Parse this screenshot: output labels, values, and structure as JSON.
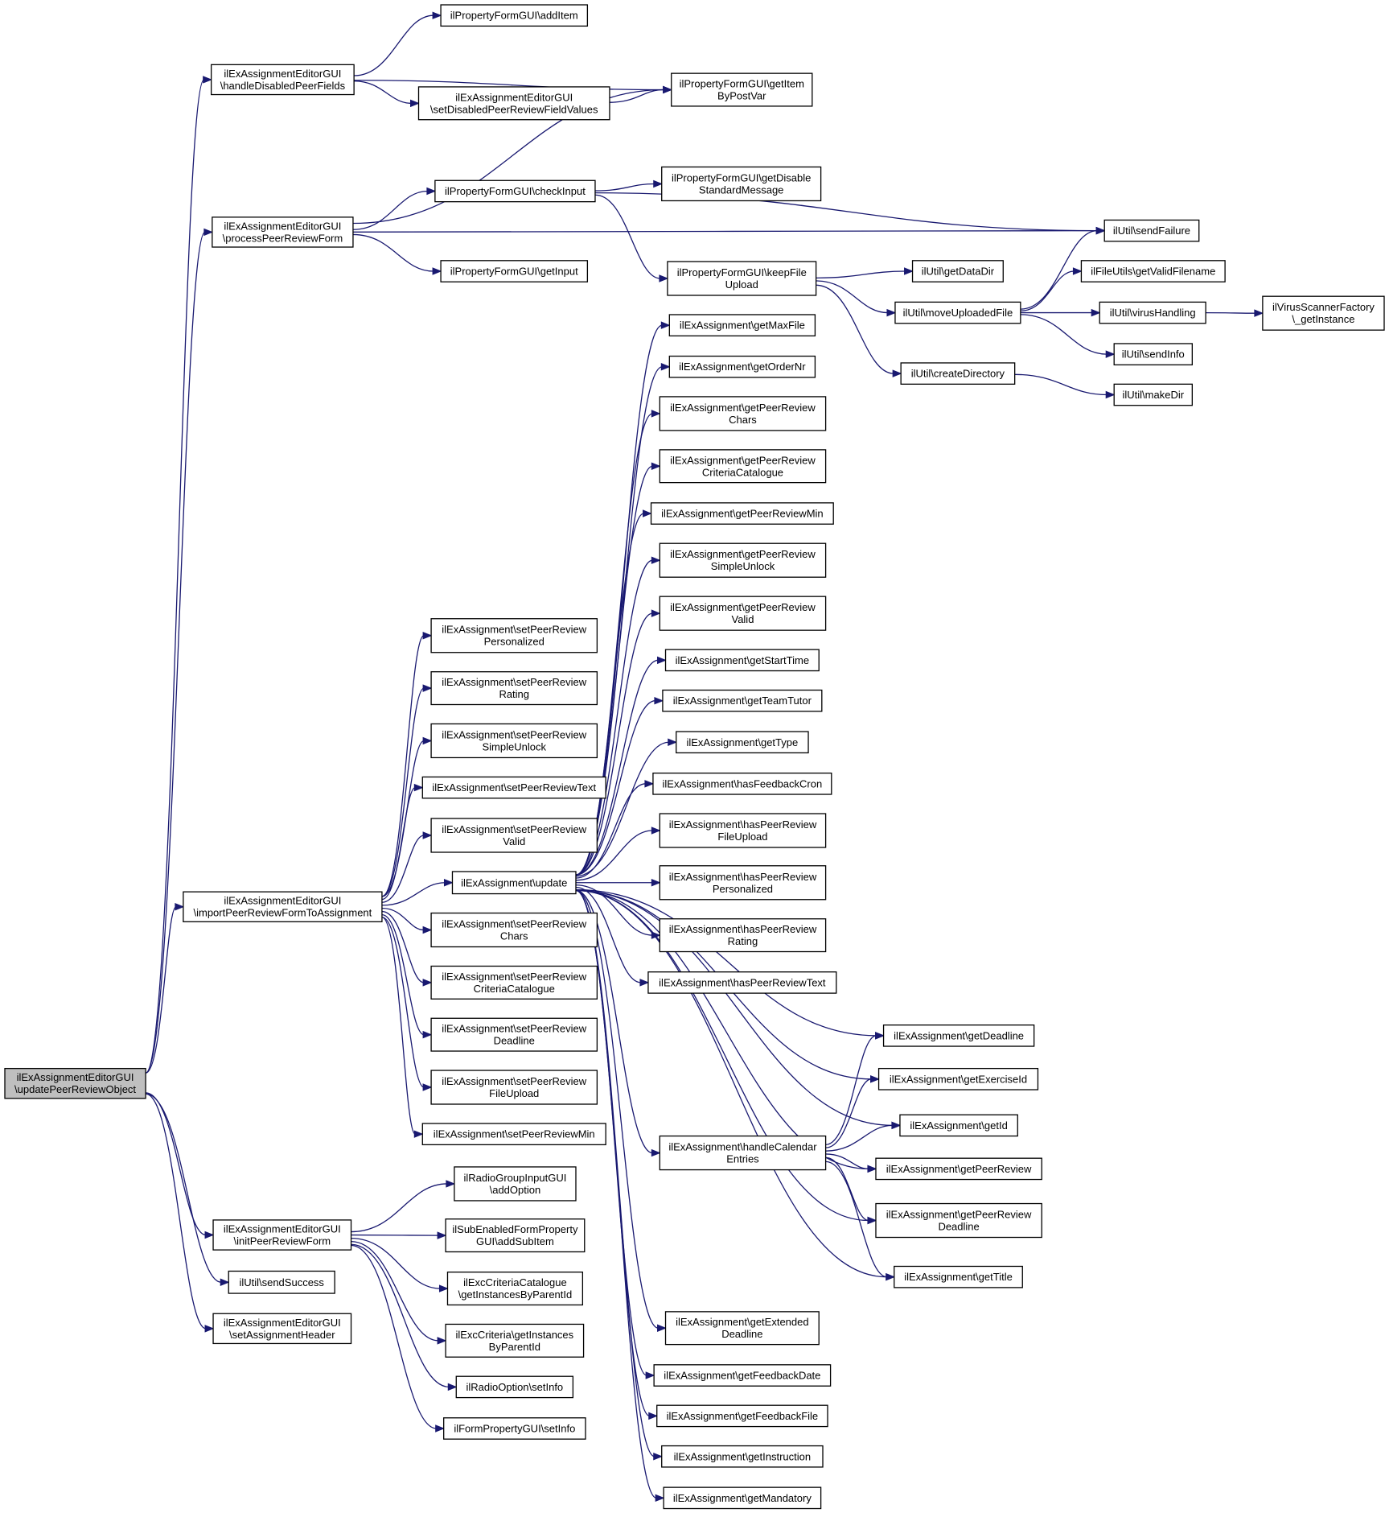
{
  "nodes": [
    {
      "id": "root",
      "lines": [
        "ilExAssignmentEditorGUI",
        "\\updatePeerReviewObject"
      ],
      "root": true
    },
    {
      "id": "hdpf",
      "lines": [
        "ilExAssignmentEditorGUI",
        "\\handleDisabledPeerFields"
      ]
    },
    {
      "id": "pprf",
      "lines": [
        "ilExAssignmentEditorGUI",
        "\\processPeerReviewForm"
      ]
    },
    {
      "id": "iprf",
      "lines": [
        "ilExAssignmentEditorGUI",
        "\\importPeerReviewFormToAssignment"
      ]
    },
    {
      "id": "initf",
      "lines": [
        "ilExAssignmentEditorGUI",
        "\\initPeerReviewForm"
      ]
    },
    {
      "id": "sendSuccess",
      "lines": [
        "ilUtil\\sendSuccess"
      ]
    },
    {
      "id": "setHeader",
      "lines": [
        "ilExAssignmentEditorGUI",
        "\\setAssignmentHeader"
      ]
    },
    {
      "id": "addItem",
      "lines": [
        "ilPropertyFormGUI\\addItem"
      ]
    },
    {
      "id": "getItemByPostVar",
      "lines": [
        "ilPropertyFormGUI\\getItem",
        "ByPostVar"
      ]
    },
    {
      "id": "setDisabledPR",
      "lines": [
        "ilExAssignmentEditorGUI",
        "\\setDisabledPeerReviewFieldValues"
      ]
    },
    {
      "id": "checkInput",
      "lines": [
        "ilPropertyFormGUI\\checkInput"
      ]
    },
    {
      "id": "getDisableStd",
      "lines": [
        "ilPropertyFormGUI\\getDisable",
        "StandardMessage"
      ]
    },
    {
      "id": "sendFailure",
      "lines": [
        "ilUtil\\sendFailure"
      ]
    },
    {
      "id": "getInput",
      "lines": [
        "ilPropertyFormGUI\\getInput"
      ]
    },
    {
      "id": "keepFileUpload",
      "lines": [
        "ilPropertyFormGUI\\keepFile",
        "Upload"
      ]
    },
    {
      "id": "getDataDir",
      "lines": [
        "ilUtil\\getDataDir"
      ]
    },
    {
      "id": "moveUploaded",
      "lines": [
        "ilUtil\\moveUploadedFile"
      ]
    },
    {
      "id": "getValidFilename",
      "lines": [
        "ilFileUtils\\getValidFilename"
      ]
    },
    {
      "id": "virusHandling",
      "lines": [
        "ilUtil\\virusHandling"
      ]
    },
    {
      "id": "virusFactory",
      "lines": [
        "ilVirusScannerFactory",
        "\\_getInstance"
      ]
    },
    {
      "id": "sendInfo",
      "lines": [
        "ilUtil\\sendInfo"
      ]
    },
    {
      "id": "createDirectory",
      "lines": [
        "ilUtil\\createDirectory"
      ]
    },
    {
      "id": "makeDir",
      "lines": [
        "ilUtil\\makeDir"
      ]
    },
    {
      "id": "update",
      "lines": [
        "ilExAssignment\\update"
      ]
    },
    {
      "id": "setPRPersonalized",
      "lines": [
        "ilExAssignment\\setPeerReview",
        "Personalized"
      ]
    },
    {
      "id": "setPRRating",
      "lines": [
        "ilExAssignment\\setPeerReview",
        "Rating"
      ]
    },
    {
      "id": "setPRSimpleUnlock",
      "lines": [
        "ilExAssignment\\setPeerReview",
        "SimpleUnlock"
      ]
    },
    {
      "id": "setPRText",
      "lines": [
        "ilExAssignment\\setPeerReviewText"
      ]
    },
    {
      "id": "setPRValid",
      "lines": [
        "ilExAssignment\\setPeerReview",
        "Valid"
      ]
    },
    {
      "id": "setPRChars",
      "lines": [
        "ilExAssignment\\setPeerReview",
        "Chars"
      ]
    },
    {
      "id": "setPRCriteria",
      "lines": [
        "ilExAssignment\\setPeerReview",
        "CriteriaCatalogue"
      ]
    },
    {
      "id": "setPRDeadline",
      "lines": [
        "ilExAssignment\\setPeerReview",
        "Deadline"
      ]
    },
    {
      "id": "setPRFileUpload",
      "lines": [
        "ilExAssignment\\setPeerReview",
        "FileUpload"
      ]
    },
    {
      "id": "setPRMin",
      "lines": [
        "ilExAssignment\\setPeerReviewMin"
      ]
    },
    {
      "id": "getMaxFile",
      "lines": [
        "ilExAssignment\\getMaxFile"
      ]
    },
    {
      "id": "getOrderNr",
      "lines": [
        "ilExAssignment\\getOrderNr"
      ]
    },
    {
      "id": "getPRChars",
      "lines": [
        "ilExAssignment\\getPeerReview",
        "Chars"
      ]
    },
    {
      "id": "getPRCriteria",
      "lines": [
        "ilExAssignment\\getPeerReview",
        "CriteriaCatalogue"
      ]
    },
    {
      "id": "getPRMin",
      "lines": [
        "ilExAssignment\\getPeerReviewMin"
      ]
    },
    {
      "id": "getPRSimpleUnlock",
      "lines": [
        "ilExAssignment\\getPeerReview",
        "SimpleUnlock"
      ]
    },
    {
      "id": "getPRValid",
      "lines": [
        "ilExAssignment\\getPeerReview",
        "Valid"
      ]
    },
    {
      "id": "getStartTime",
      "lines": [
        "ilExAssignment\\getStartTime"
      ]
    },
    {
      "id": "getTeamTutor",
      "lines": [
        "ilExAssignment\\getTeamTutor"
      ]
    },
    {
      "id": "getType",
      "lines": [
        "ilExAssignment\\getType"
      ]
    },
    {
      "id": "hasFeedbackCron",
      "lines": [
        "ilExAssignment\\hasFeedbackCron"
      ]
    },
    {
      "id": "hasPRFileUpload",
      "lines": [
        "ilExAssignment\\hasPeerReview",
        "FileUpload"
      ]
    },
    {
      "id": "hasPRPersonalized",
      "lines": [
        "ilExAssignment\\hasPeerReview",
        "Personalized"
      ]
    },
    {
      "id": "hasPRRating",
      "lines": [
        "ilExAssignment\\hasPeerReview",
        "Rating"
      ]
    },
    {
      "id": "hasPRText",
      "lines": [
        "ilExAssignment\\hasPeerReviewText"
      ]
    },
    {
      "id": "handleCal",
      "lines": [
        "ilExAssignment\\handleCalendar",
        "Entries"
      ]
    },
    {
      "id": "getDeadline",
      "lines": [
        "ilExAssignment\\getDeadline"
      ]
    },
    {
      "id": "getExerciseId",
      "lines": [
        "ilExAssignment\\getExerciseId"
      ]
    },
    {
      "id": "getId",
      "lines": [
        "ilExAssignment\\getId"
      ]
    },
    {
      "id": "getPeerReview",
      "lines": [
        "ilExAssignment\\getPeerReview"
      ]
    },
    {
      "id": "getPRDeadline",
      "lines": [
        "ilExAssignment\\getPeerReview",
        "Deadline"
      ]
    },
    {
      "id": "getTitle",
      "lines": [
        "ilExAssignment\\getTitle"
      ]
    },
    {
      "id": "getExtDeadline",
      "lines": [
        "ilExAssignment\\getExtended",
        "Deadline"
      ]
    },
    {
      "id": "getFeedbackDate",
      "lines": [
        "ilExAssignment\\getFeedbackDate"
      ]
    },
    {
      "id": "getFeedbackFile",
      "lines": [
        "ilExAssignment\\getFeedbackFile"
      ]
    },
    {
      "id": "getInstruction",
      "lines": [
        "ilExAssignment\\getInstruction"
      ]
    },
    {
      "id": "getMandatory",
      "lines": [
        "ilExAssignment\\getMandatory"
      ]
    },
    {
      "id": "radioAddOption",
      "lines": [
        "ilRadioGroupInputGUI",
        "\\addOption"
      ]
    },
    {
      "id": "addSubItem",
      "lines": [
        "ilSubEnabledFormProperty",
        "GUI\\addSubItem"
      ]
    },
    {
      "id": "critCatInst",
      "lines": [
        "ilExcCriteriaCatalogue",
        "\\getInstancesByParentId"
      ]
    },
    {
      "id": "critInst",
      "lines": [
        "ilExcCriteria\\getInstances",
        "ByParentId"
      ]
    },
    {
      "id": "radioSetInfo",
      "lines": [
        "ilRadioOption\\setInfo"
      ]
    },
    {
      "id": "formSetInfo",
      "lines": [
        "ilFormPropertyGUI\\setInfo"
      ]
    }
  ],
  "edges": [
    [
      "root",
      "hdpf"
    ],
    [
      "root",
      "pprf"
    ],
    [
      "root",
      "iprf"
    ],
    [
      "root",
      "initf"
    ],
    [
      "root",
      "sendSuccess"
    ],
    [
      "root",
      "setHeader"
    ],
    [
      "hdpf",
      "addItem"
    ],
    [
      "hdpf",
      "getItemByPostVar"
    ],
    [
      "hdpf",
      "setDisabledPR"
    ],
    [
      "setDisabledPR",
      "getItemByPostVar"
    ],
    [
      "pprf",
      "getItemByPostVar"
    ],
    [
      "pprf",
      "checkInput"
    ],
    [
      "pprf",
      "sendFailure"
    ],
    [
      "pprf",
      "getInput"
    ],
    [
      "checkInput",
      "getDisableStd"
    ],
    [
      "checkInput",
      "sendFailure"
    ],
    [
      "checkInput",
      "keepFileUpload"
    ],
    [
      "keepFileUpload",
      "getDataDir"
    ],
    [
      "keepFileUpload",
      "moveUploaded"
    ],
    [
      "keepFileUpload",
      "createDirectory"
    ],
    [
      "moveUploaded",
      "sendFailure"
    ],
    [
      "moveUploaded",
      "getValidFilename"
    ],
    [
      "moveUploaded",
      "virusHandling"
    ],
    [
      "moveUploaded",
      "sendInfo"
    ],
    [
      "virusHandling",
      "virusFactory"
    ],
    [
      "createDirectory",
      "makeDir"
    ],
    [
      "iprf",
      "setPRPersonalized"
    ],
    [
      "iprf",
      "setPRRating"
    ],
    [
      "iprf",
      "setPRSimpleUnlock"
    ],
    [
      "iprf",
      "setPRText"
    ],
    [
      "iprf",
      "setPRValid"
    ],
    [
      "iprf",
      "update"
    ],
    [
      "iprf",
      "setPRChars"
    ],
    [
      "iprf",
      "setPRCriteria"
    ],
    [
      "iprf",
      "setPRDeadline"
    ],
    [
      "iprf",
      "setPRFileUpload"
    ],
    [
      "iprf",
      "setPRMin"
    ],
    [
      "update",
      "getMaxFile"
    ],
    [
      "update",
      "getOrderNr"
    ],
    [
      "update",
      "getPRChars"
    ],
    [
      "update",
      "getPRCriteria"
    ],
    [
      "update",
      "getPRMin"
    ],
    [
      "update",
      "getPRSimpleUnlock"
    ],
    [
      "update",
      "getPRValid"
    ],
    [
      "update",
      "getStartTime"
    ],
    [
      "update",
      "getTeamTutor"
    ],
    [
      "update",
      "getType"
    ],
    [
      "update",
      "hasFeedbackCron"
    ],
    [
      "update",
      "hasPRFileUpload"
    ],
    [
      "update",
      "hasPRPersonalized"
    ],
    [
      "update",
      "hasPRRating"
    ],
    [
      "update",
      "hasPRText"
    ],
    [
      "update",
      "handleCal"
    ],
    [
      "update",
      "getDeadline"
    ],
    [
      "update",
      "getExerciseId"
    ],
    [
      "update",
      "getId"
    ],
    [
      "update",
      "getPeerReview"
    ],
    [
      "update",
      "getPRDeadline"
    ],
    [
      "update",
      "getTitle"
    ],
    [
      "update",
      "getExtDeadline"
    ],
    [
      "update",
      "getFeedbackDate"
    ],
    [
      "update",
      "getFeedbackFile"
    ],
    [
      "update",
      "getInstruction"
    ],
    [
      "update",
      "getMandatory"
    ],
    [
      "handleCal",
      "getDeadline"
    ],
    [
      "handleCal",
      "getExerciseId"
    ],
    [
      "handleCal",
      "getId"
    ],
    [
      "handleCal",
      "getPeerReview"
    ],
    [
      "handleCal",
      "getPRDeadline"
    ],
    [
      "handleCal",
      "getTitle"
    ],
    [
      "initf",
      "radioAddOption"
    ],
    [
      "initf",
      "addSubItem"
    ],
    [
      "initf",
      "critCatInst"
    ],
    [
      "initf",
      "critInst"
    ],
    [
      "initf",
      "radioSetInfo"
    ],
    [
      "initf",
      "formSetInfo"
    ]
  ]
}
